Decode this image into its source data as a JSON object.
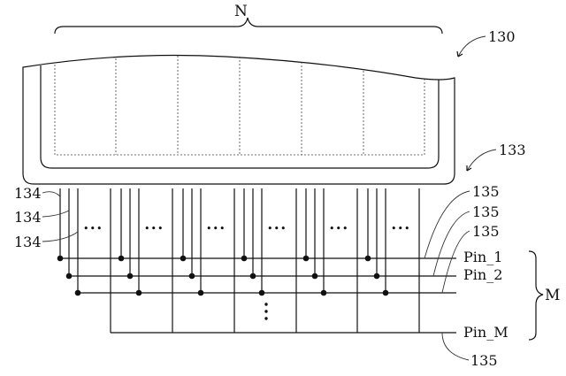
{
  "labels": {
    "n": "N",
    "m": "M",
    "ref_130": "130",
    "ref_133": "133",
    "ref_134": [
      "134",
      "134",
      "134"
    ],
    "ref_135": [
      "135",
      "135",
      "135",
      "135"
    ],
    "pins": [
      "Pin_1",
      "Pin_2",
      "Pin_M"
    ],
    "ellipsis": "•••"
  }
}
